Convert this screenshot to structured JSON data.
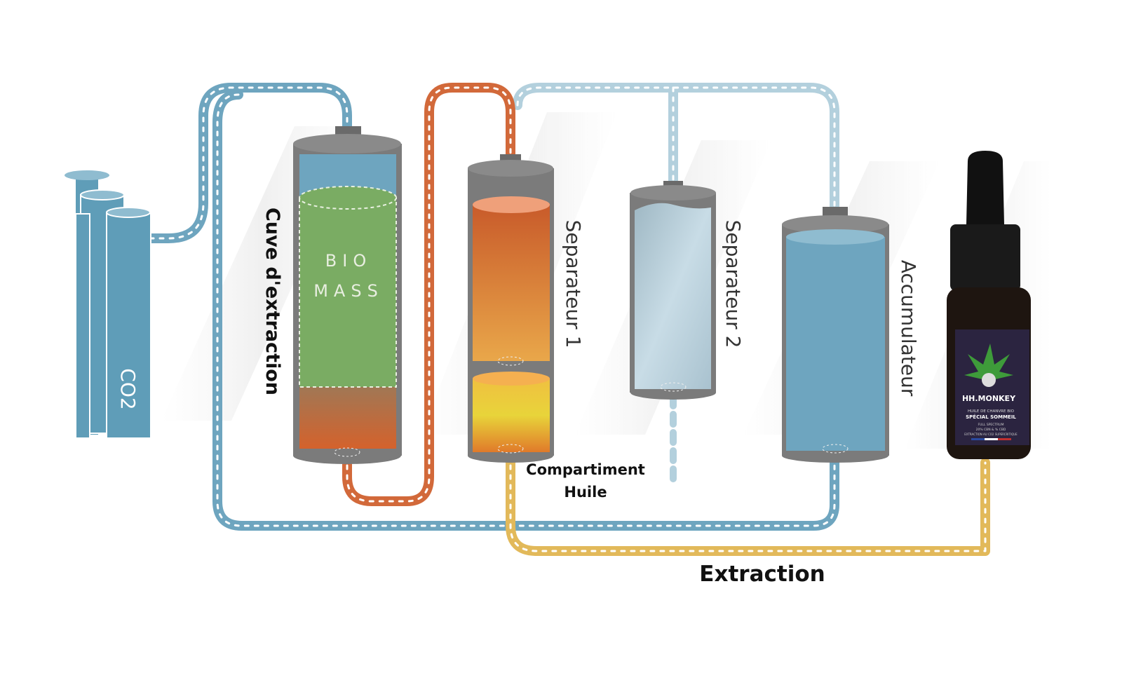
{
  "labels": {
    "co2": "CO2",
    "cuve": "Cuve d'extraction",
    "biomass_line1": "BIO",
    "biomass_line2": "MASS",
    "separateur1": "Separateur 1",
    "separateur2": "Separateur 2",
    "accumulateur": "Accumulateur",
    "compartiment_line1": "Compartiment",
    "compartiment_line2": "Huile",
    "extraction": "Extraction"
  },
  "bottle": {
    "brand": "HH.MONKEY",
    "line1": "HUILE DE CHANVRE BIO",
    "line2": "SPÉCIAL SOMMEIL",
    "line3": "FULL SPECTRUM",
    "line4": "20% CBN & % CBD",
    "line5": "EXTRACTION AU CO2 SUPERCRITIQUE"
  },
  "colors": {
    "co2_blue": "#5f9db8",
    "pipe_blue": "#6ea5bf",
    "pipe_light_blue": "#b3d0dd",
    "pipe_orange": "#d2693a",
    "pipe_yellow": "#e2b95a",
    "biomass_green": "#7aac63",
    "vessel_grey": "#7b7b7b"
  }
}
